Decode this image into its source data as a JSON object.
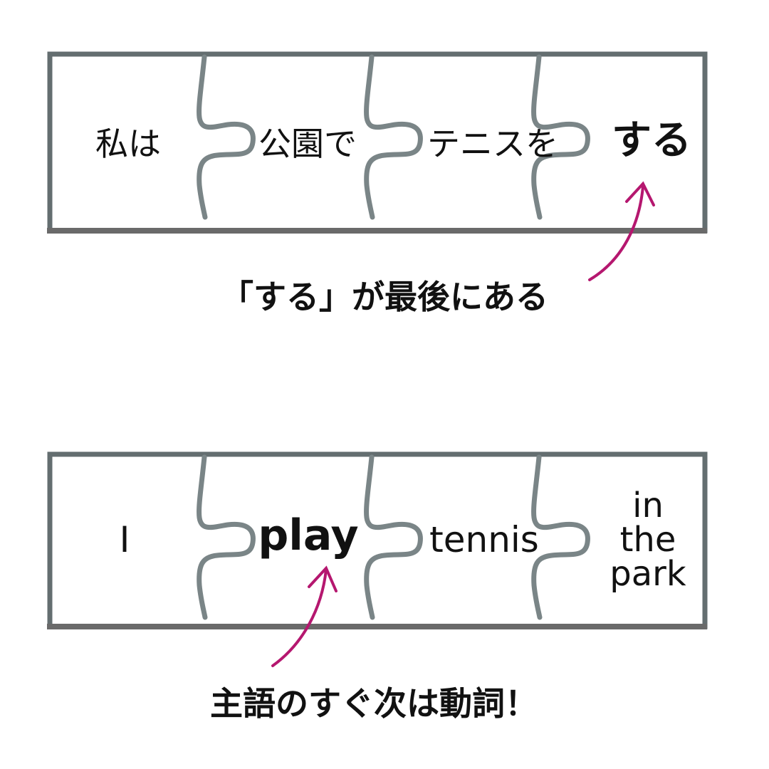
{
  "japanese": {
    "pieces": [
      "私は",
      "公園で",
      "テニスを",
      "する"
    ],
    "caption": "「する」が最後にある"
  },
  "english": {
    "pieces": [
      "I",
      "play",
      "tennis"
    ],
    "piece4_lines": [
      "in",
      "the",
      "park"
    ],
    "caption": "主語のすぐ次は動詞！"
  },
  "colors": {
    "frame": "#6b7577",
    "arrow": "#b5176f"
  }
}
